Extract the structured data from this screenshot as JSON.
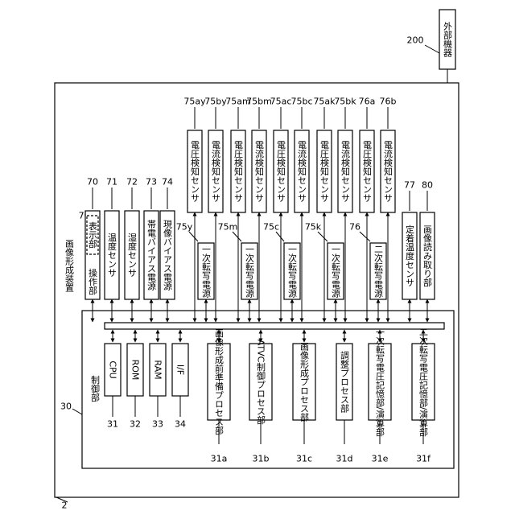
{
  "figure": {
    "ref_2": "2",
    "ref_200": "200",
    "ref_70a": "70a",
    "ref_30": "30",
    "device_title": "画像形成装置",
    "control_title": "制御部",
    "external_device": "外部機器"
  },
  "left_column": [
    {
      "ref": "70",
      "label": "操作部",
      "sublabel": "表示部"
    },
    {
      "ref": "71",
      "label": "温度センサ"
    },
    {
      "ref": "72",
      "label": "湿度センサ"
    },
    {
      "ref": "73",
      "label": "帯電バイアス電源"
    },
    {
      "ref": "74",
      "label": "現像バイアス電源"
    }
  ],
  "power_groups": [
    {
      "power_ref": "75y",
      "power_label": "一次転写電源",
      "sensors": [
        {
          "ref": "75ay",
          "label": "電圧検知センサ"
        },
        {
          "ref": "75by",
          "label": "電流検知センサ"
        }
      ]
    },
    {
      "power_ref": "75m",
      "power_label": "一次転写電源",
      "sensors": [
        {
          "ref": "75am",
          "label": "電圧検知センサ"
        },
        {
          "ref": "75bm",
          "label": "電流検知センサ"
        }
      ]
    },
    {
      "power_ref": "75c",
      "power_label": "一次転写電源",
      "sensors": [
        {
          "ref": "75ac",
          "label": "電圧検知センサ"
        },
        {
          "ref": "75bc",
          "label": "電流検知センサ"
        }
      ]
    },
    {
      "power_ref": "75k",
      "power_label": "一次転写電源",
      "sensors": [
        {
          "ref": "75ak",
          "label": "電圧検知センサ"
        },
        {
          "ref": "75bk",
          "label": "電流検知センサ"
        }
      ]
    },
    {
      "power_ref": "76",
      "power_label": "二次転写電源",
      "sensors": [
        {
          "ref": "76a",
          "label": "電圧検知センサ"
        },
        {
          "ref": "76b",
          "label": "電流検知センサ"
        }
      ]
    }
  ],
  "right_devices": [
    {
      "ref": "77",
      "label": "定着温度センサ"
    },
    {
      "ref": "80",
      "label": "画像読み取り部"
    }
  ],
  "controller_parts": [
    {
      "ref": "31",
      "label": "CPU"
    },
    {
      "ref": "32",
      "label": "ROM"
    },
    {
      "ref": "33",
      "label": "RAM"
    },
    {
      "ref": "34",
      "label": "I/F"
    }
  ],
  "process_units": [
    {
      "ref": "31a",
      "label": "画像形成前準備プロセス部"
    },
    {
      "ref": "31b",
      "label": "ATVC制御プロセス部"
    },
    {
      "ref": "31c",
      "label": "画像形成プロセス部"
    },
    {
      "ref": "31d",
      "label": "調整プロセス部"
    },
    {
      "ref": "31e",
      "label": "一次転写電圧記憶部/演算部"
    },
    {
      "ref": "31f",
      "label": "二次転写電圧記憶部/演算部"
    }
  ]
}
